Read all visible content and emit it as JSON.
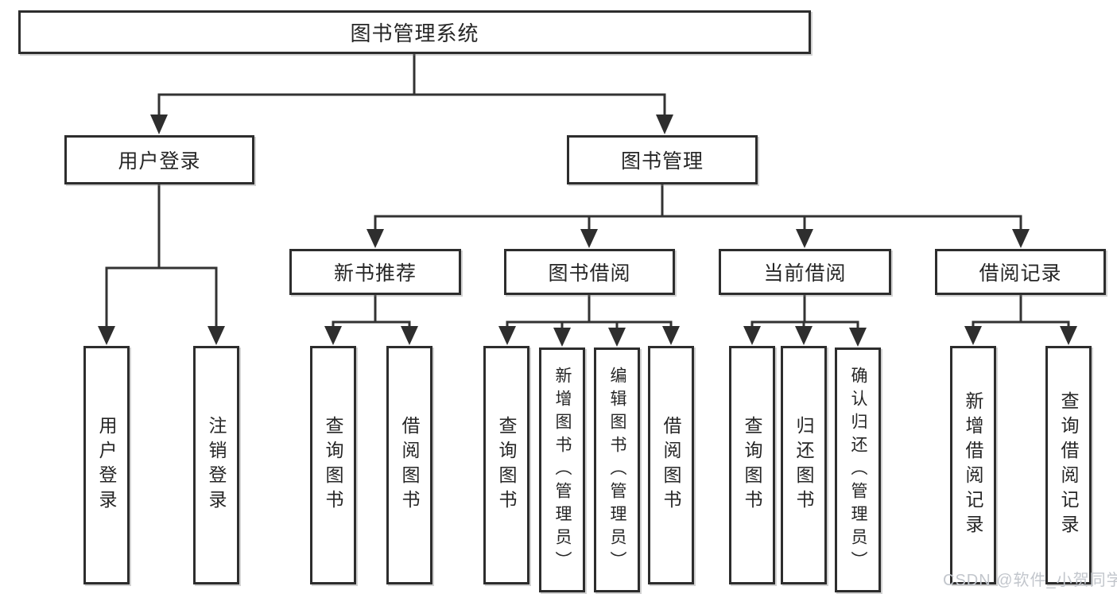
{
  "diagram": {
    "title": "图书管理系统",
    "level2": [
      {
        "label": "用户登录"
      },
      {
        "label": "图书管理"
      }
    ],
    "level3": [
      {
        "label": "新书推荐"
      },
      {
        "label": "图书借阅"
      },
      {
        "label": "当前借阅"
      },
      {
        "label": "借阅记录"
      }
    ],
    "leaves": [
      {
        "label": "用户登录"
      },
      {
        "label": "注销登录"
      },
      {
        "label": "查询图书"
      },
      {
        "label": "借阅图书"
      },
      {
        "label": "查询图书"
      },
      {
        "label": "新增图书（管理员）"
      },
      {
        "label": "编辑图书（管理员）"
      },
      {
        "label": "借阅图书"
      },
      {
        "label": "查询图书"
      },
      {
        "label": "归还图书"
      },
      {
        "label": "确认归还（管理员）"
      },
      {
        "label": "新增借阅记录"
      },
      {
        "label": "查询借阅记录"
      }
    ]
  },
  "watermark": {
    "text": "CSDN @软件_小贺同学"
  },
  "colors": {
    "line": "#333333",
    "box_border": "#2d2d2d",
    "text": "#262626",
    "watermark": "#c2c6cc",
    "background": "#ffffff"
  }
}
